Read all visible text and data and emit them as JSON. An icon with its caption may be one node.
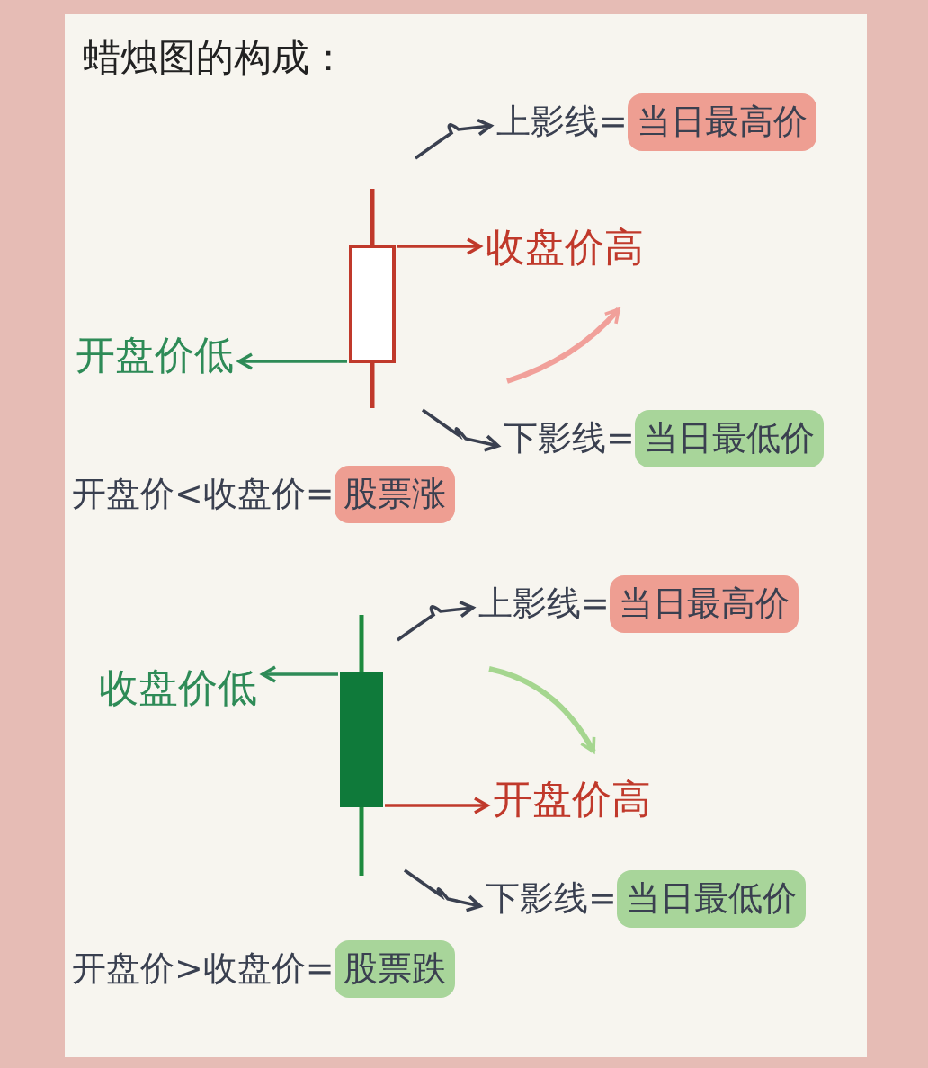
{
  "diagram": {
    "title": "蜡烛图的构成：",
    "nodes": [
      {
        "text": [
          "上影线=",
          "当日最高价"
        ]
      },
      {
        "text": [],
        "shape": "box"
      },
      {
        "text": [
          "收盘价高"
        ]
      },
      {
        "text": [
          "开盘价低"
        ]
      },
      {
        "text": [
          "下影线=",
          "当日最低价"
        ]
      },
      {
        "text": [
          "上影线=",
          "当日最高价"
        ]
      },
      {
        "text": [],
        "shape": "box"
      },
      {
        "text": [
          "收盘价低"
        ]
      },
      {
        "text": [
          "开盘价高"
        ]
      },
      {
        "text": [
          "下影线=",
          "当日最低价"
        ]
      }
    ],
    "edges": [
      {
        "from": null,
        "to": 0,
        "arrow": "to"
      },
      {
        "from": 1,
        "to": 2,
        "arrow": "to",
        "color": "#c0392b"
      },
      {
        "from": 1,
        "to": 3,
        "arrow": "to",
        "color": "#2e8b57"
      },
      {
        "from": null,
        "to": 4,
        "arrow": "to"
      },
      {
        "from": null,
        "to": 5,
        "arrow": "to"
      },
      {
        "from": 6,
        "to": 7,
        "arrow": "to",
        "color": "#2e8b57"
      },
      {
        "from": 6,
        "to": 8,
        "arrow": "to",
        "color": "#c0392b"
      },
      {
        "from": null,
        "to": 9,
        "arrow": "to"
      }
    ],
    "labels": [
      "开盘价<收盘价=",
      "股票涨",
      "开盘价>收盘价=",
      "股票跌"
    ]
  }
}
